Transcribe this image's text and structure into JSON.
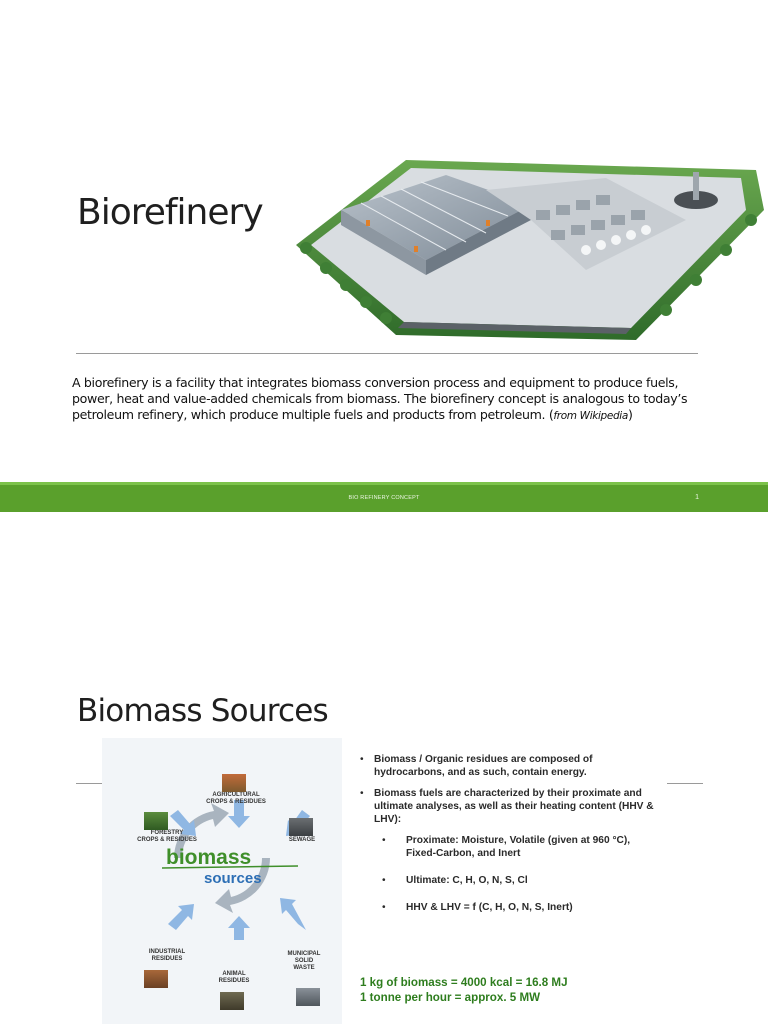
{
  "slide1": {
    "title": "Biorefinery",
    "body_text": "A biorefinery is a facility that integrates biomass conversion process and equipment to produce fuels, power, heat and value-added chemicals from biomass. The biorefinery concept is analogous to today’s petroleum refinery, which produce multiple fuels and products from petroleum. (",
    "body_cite": "from Wikipedia",
    "body_close": ")",
    "footer_text": "BIO REFINERY CONCEPT",
    "page_number": "1"
  },
  "slide2": {
    "title": "Biomass Sources",
    "diagram": {
      "word_biomass": "biomass",
      "word_sources": "sources",
      "categories": [
        "AGRICULTURAL\nCROPS & RESIDUES",
        "FORESTRY\nCROPS & RESIDUES",
        "SEWAGE",
        "INDUSTRIAL\nRESIDUES",
        "ANIMAL\nRESIDUES",
        "MUNICIPAL\nSOLID\nWASTE"
      ]
    },
    "bullets": [
      "Biomass / Organic residues are composed of hydrocarbons, and as such, contain energy.",
      "Biomass fuels are characterized by their proximate and ultimate analyses, as well as their heating content (HHV & LHV):"
    ],
    "sub_bullets": [
      "Proximate: Moisture, Volatile (given at 960 °C), Fixed-Carbon, and Inert",
      "Ultimate: C, H, O, N, S, Cl",
      "HHV & LHV = f (C, H, O, N, S, Inert)"
    ],
    "energy_lines": [
      "1 kg of biomass = 4000 kcal = 16.8 MJ",
      "1 tonne per hour = approx. 5 MW"
    ]
  },
  "colors": {
    "footer_green": "#5aa02c",
    "energy_green": "#2e7d1e",
    "biomass_green": "#3f8f2a",
    "sources_blue": "#2d6fb5"
  }
}
